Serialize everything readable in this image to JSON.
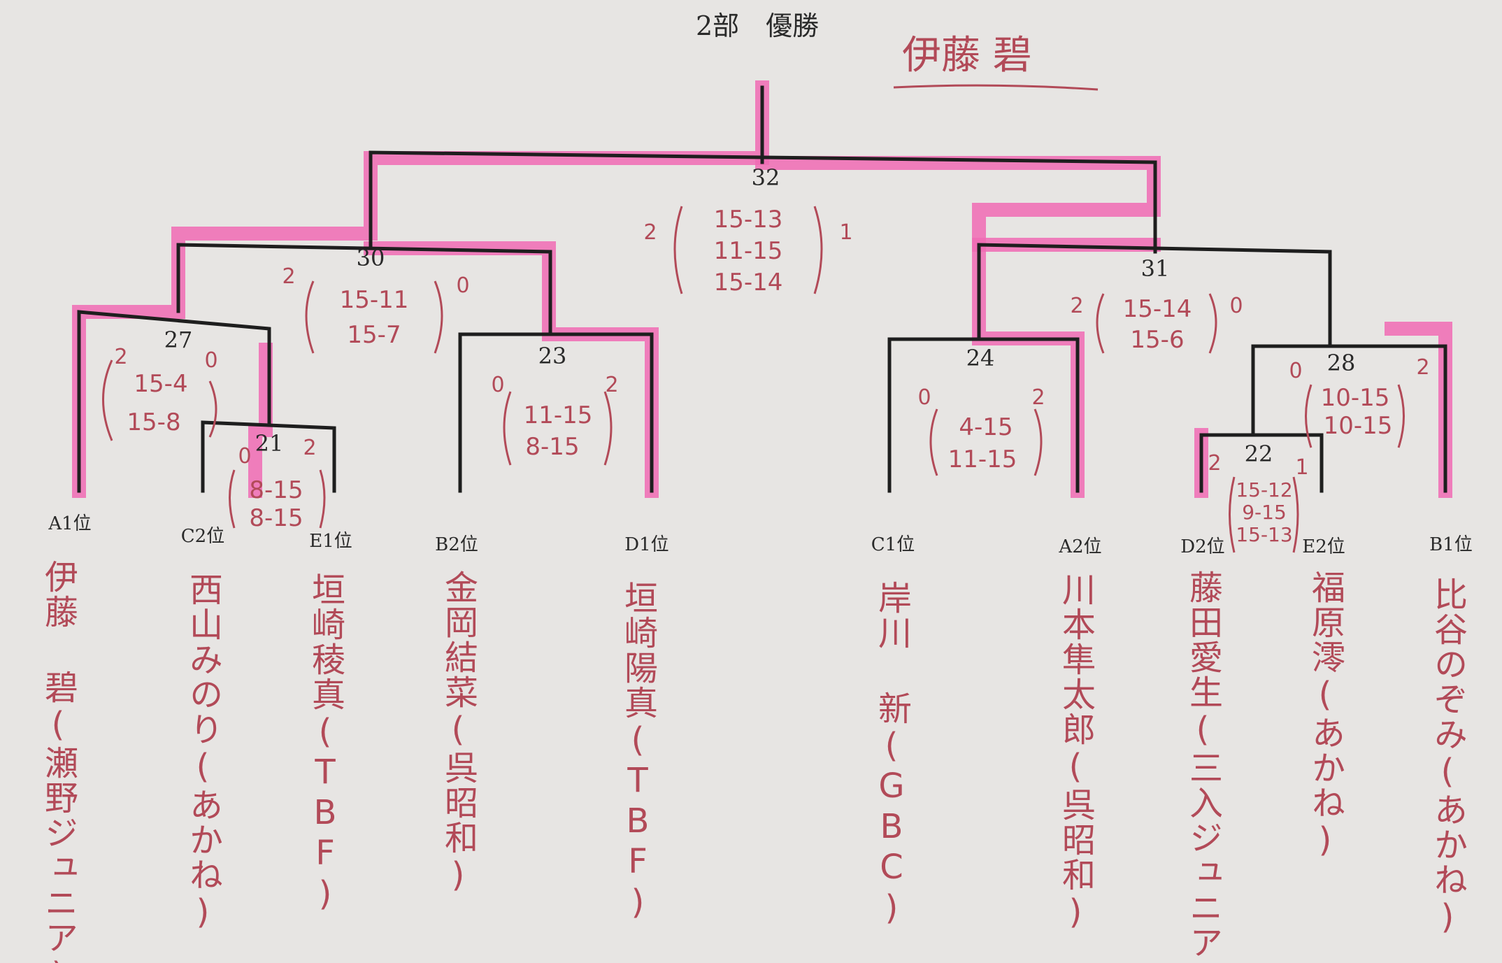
{
  "header": {
    "title": "2部　優勝",
    "winner_name": "伊藤 碧"
  },
  "colors": {
    "paper": "#e7e5e3",
    "bracket_line": "#1e1e1e",
    "winner_highlight": "#f06bb4",
    "handwriting": "#b24a58"
  },
  "slots": [
    {
      "id": "A1",
      "label": "A1位",
      "player": "伊藤 碧(瀬野ジュニア)"
    },
    {
      "id": "C2",
      "label": "C2位",
      "player": "西山みのり(あかね)"
    },
    {
      "id": "E1",
      "label": "E1位",
      "player": "垣崎稜真(TBF)"
    },
    {
      "id": "B2",
      "label": "B2位",
      "player": "金岡結菜(呉昭和)"
    },
    {
      "id": "D1",
      "label": "D1位",
      "player": "垣崎陽真(TBF)"
    },
    {
      "id": "C1",
      "label": "C1位",
      "player": "岸川 新(GBC)"
    },
    {
      "id": "A2",
      "label": "A2位",
      "player": "川本隼太郎(呉昭和)"
    },
    {
      "id": "D2",
      "label": "D2位",
      "player": "藤田愛生(三入ジュニア)"
    },
    {
      "id": "E2",
      "label": "E2位",
      "player": "福原澪(あかね)"
    },
    {
      "id": "B1",
      "label": "B1位",
      "player": "比谷のぞみ(あかね)"
    }
  ],
  "matches": [
    {
      "no": "21",
      "left_games": "0",
      "right_games": "2",
      "scores": [
        "8-15",
        "8-15"
      ]
    },
    {
      "no": "22",
      "left_games": "2",
      "right_games": "1",
      "scores": [
        "15-12",
        "9-15",
        "15-13"
      ]
    },
    {
      "no": "23",
      "left_games": "0",
      "right_games": "2",
      "scores": [
        "11-15",
        "8-15"
      ]
    },
    {
      "no": "24",
      "left_games": "0",
      "right_games": "2",
      "scores": [
        "4-15",
        "11-15"
      ]
    },
    {
      "no": "27",
      "left_games": "2",
      "right_games": "0",
      "scores": [
        "15-4",
        "15-8"
      ]
    },
    {
      "no": "28",
      "left_games": "0",
      "right_games": "2",
      "scores": [
        "10-15",
        "10-15"
      ]
    },
    {
      "no": "30",
      "left_games": "2",
      "right_games": "0",
      "scores": [
        "15-11",
        "15-7"
      ]
    },
    {
      "no": "31",
      "left_games": "2",
      "right_games": "0",
      "scores": [
        "15-14",
        "15-6"
      ]
    },
    {
      "no": "32",
      "left_games": "2",
      "right_games": "1",
      "scores": [
        "15-13",
        "11-15",
        "15-14"
      ]
    }
  ]
}
